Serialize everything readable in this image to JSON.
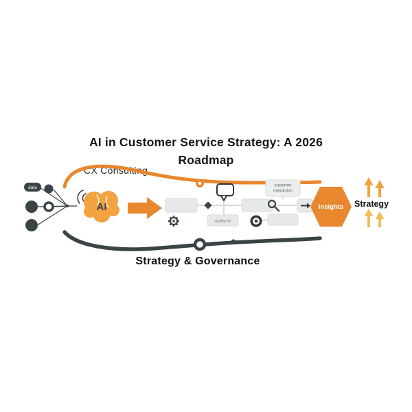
{
  "title": {
    "line1": "AI in Customer Service Strategy: A 2026",
    "line2": "Roadmap"
  },
  "brand_label": "CX Consulting",
  "governance_label": "Strategy & Governance",
  "strategy_label": "Strategy",
  "insights_label": "Insights",
  "ai_label": "AI",
  "data_label": "data",
  "flowchart": {
    "customer_line1": "customer",
    "customer_line2": "interaction",
    "analysis_label": "opalysis"
  },
  "icons": {
    "speech_bubble": "speech-bubble-icon",
    "gear": "gear-icon",
    "magnifier": "magnifier-icon",
    "target": "target-icon",
    "arrow_right": "arrow-right-icon",
    "growth_arrows": "up-arrows-icon"
  },
  "colors": {
    "orange": "#E8872E",
    "brain_orange": "#F2A23E",
    "dark": "#3A4346",
    "box_gray": "#E7E9E9",
    "box_border": "#D8DADA",
    "connector_gray": "#C9CDCD",
    "arrow_orange": "#F0A23C",
    "arrow_yellow": "#F3BC5C"
  }
}
